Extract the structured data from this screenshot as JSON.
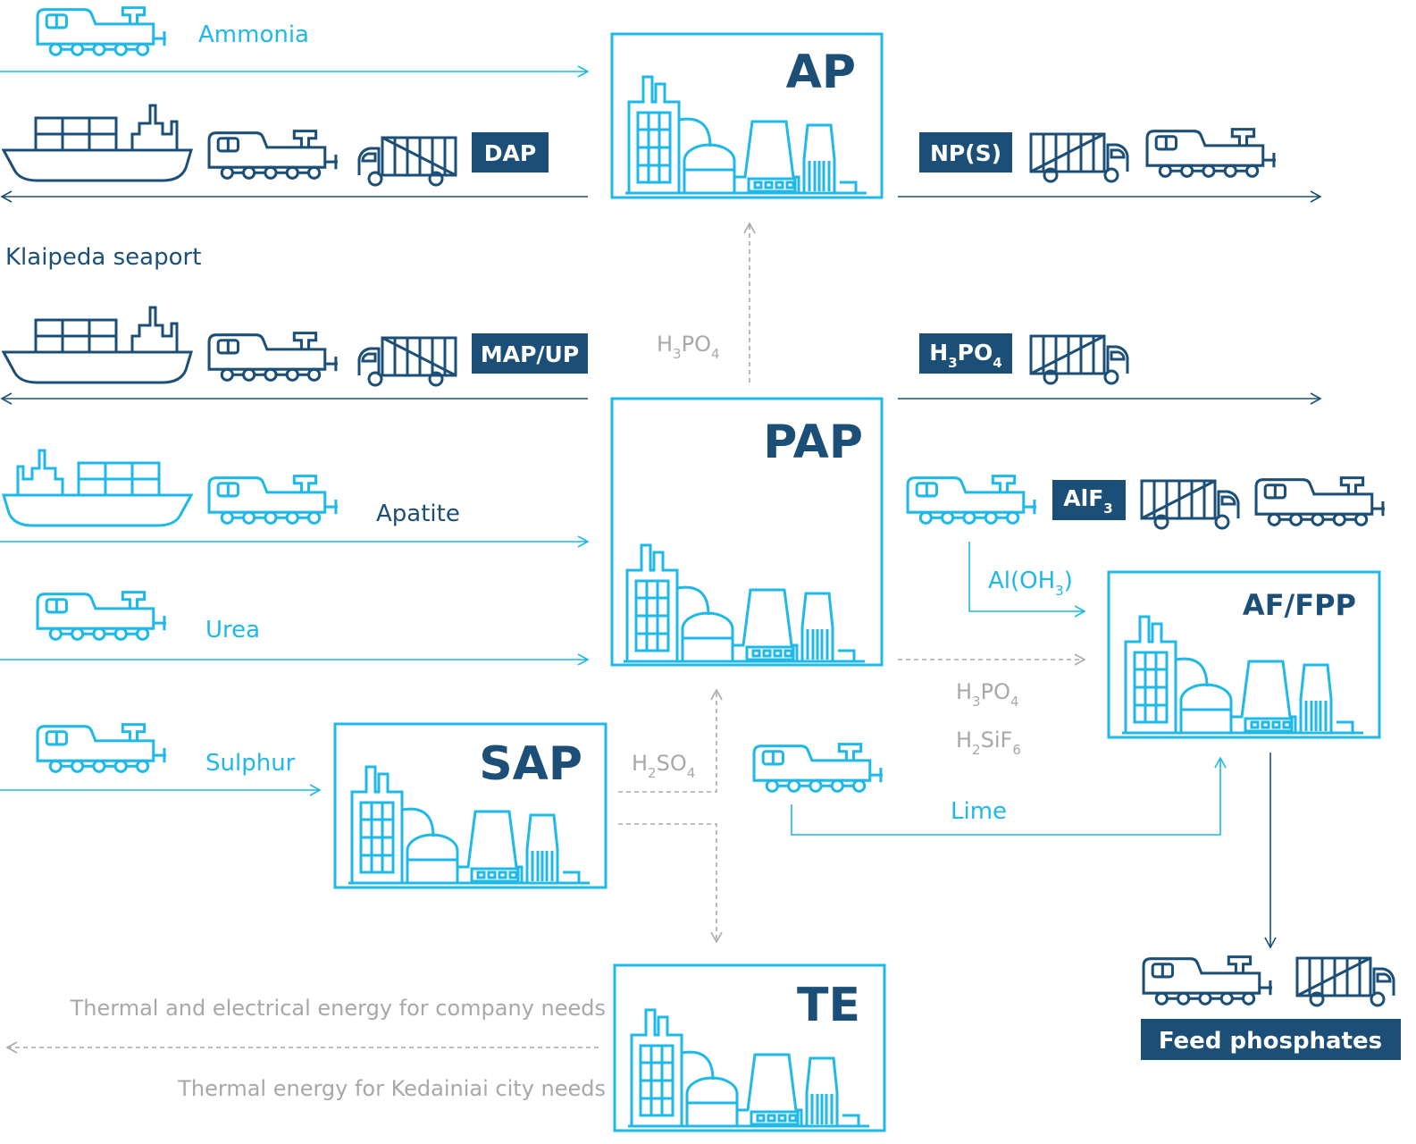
{
  "colors": {
    "cyan": "#1eb9e8",
    "navy": "#1c4f77",
    "grey": "#a8a8a8",
    "badge": "#1c4f77"
  },
  "plants": {
    "ap": "AP",
    "pap": "PAP",
    "sap": "SAP",
    "afpp": "AF/FPP",
    "te": "TE"
  },
  "inputs": {
    "ammonia": "Ammonia",
    "apatite": "Apatite",
    "urea": "Urea",
    "sulphur": "Sulphur",
    "lime": "Lime"
  },
  "seaport": "Klaipeda seaport",
  "products": {
    "dap": "DAP",
    "map_up": "MAP/UP",
    "nps": "NP(S)",
    "h3po4": {
      "a": "H",
      "b": "3",
      "c": "PO",
      "d": "4"
    },
    "alf3": {
      "a": "AlF",
      "b": "3"
    },
    "feed": "Feed phosphates"
  },
  "flows": {
    "h3po4": {
      "a": "H",
      "b": "3",
      "c": "PO",
      "d": "4"
    },
    "h2so4": {
      "a": "H",
      "b": "2",
      "c": "SO",
      "d": "4"
    },
    "h2sif6": {
      "a": "H",
      "b": "2",
      "c": "SiF",
      "d": "6"
    },
    "aloh3": {
      "a": "Al(OH",
      "b": "3",
      "c": ")"
    }
  },
  "energy": {
    "company": "Thermal and electrical energy for company needs",
    "city": "Thermal energy for Kedainiai city needs"
  }
}
